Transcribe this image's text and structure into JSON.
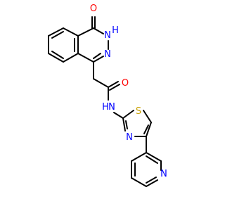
{
  "atoms": {
    "O_carbonyl_top": {
      "label": "O",
      "color": "#ff0000"
    },
    "NH_ring": {
      "label": "N",
      "h_label": "H",
      "color": "#0000ff"
    },
    "N_ring": {
      "label": "N",
      "color": "#0000ff"
    },
    "O_amide": {
      "label": "O",
      "color": "#ff0000"
    },
    "N_amide": {
      "label": "N",
      "h_label": "H",
      "color": "#0000ff"
    },
    "S_thiazole": {
      "label": "S",
      "color": "#c8a000"
    },
    "N_thiazole": {
      "label": "N",
      "color": "#0000ff"
    },
    "N_pyridine": {
      "label": "N",
      "color": "#0000ff"
    }
  },
  "colors": {
    "bond": "#000000",
    "oxygen": "#ff0000",
    "nitrogen": "#0000ff",
    "sulfur": "#c8a000"
  }
}
